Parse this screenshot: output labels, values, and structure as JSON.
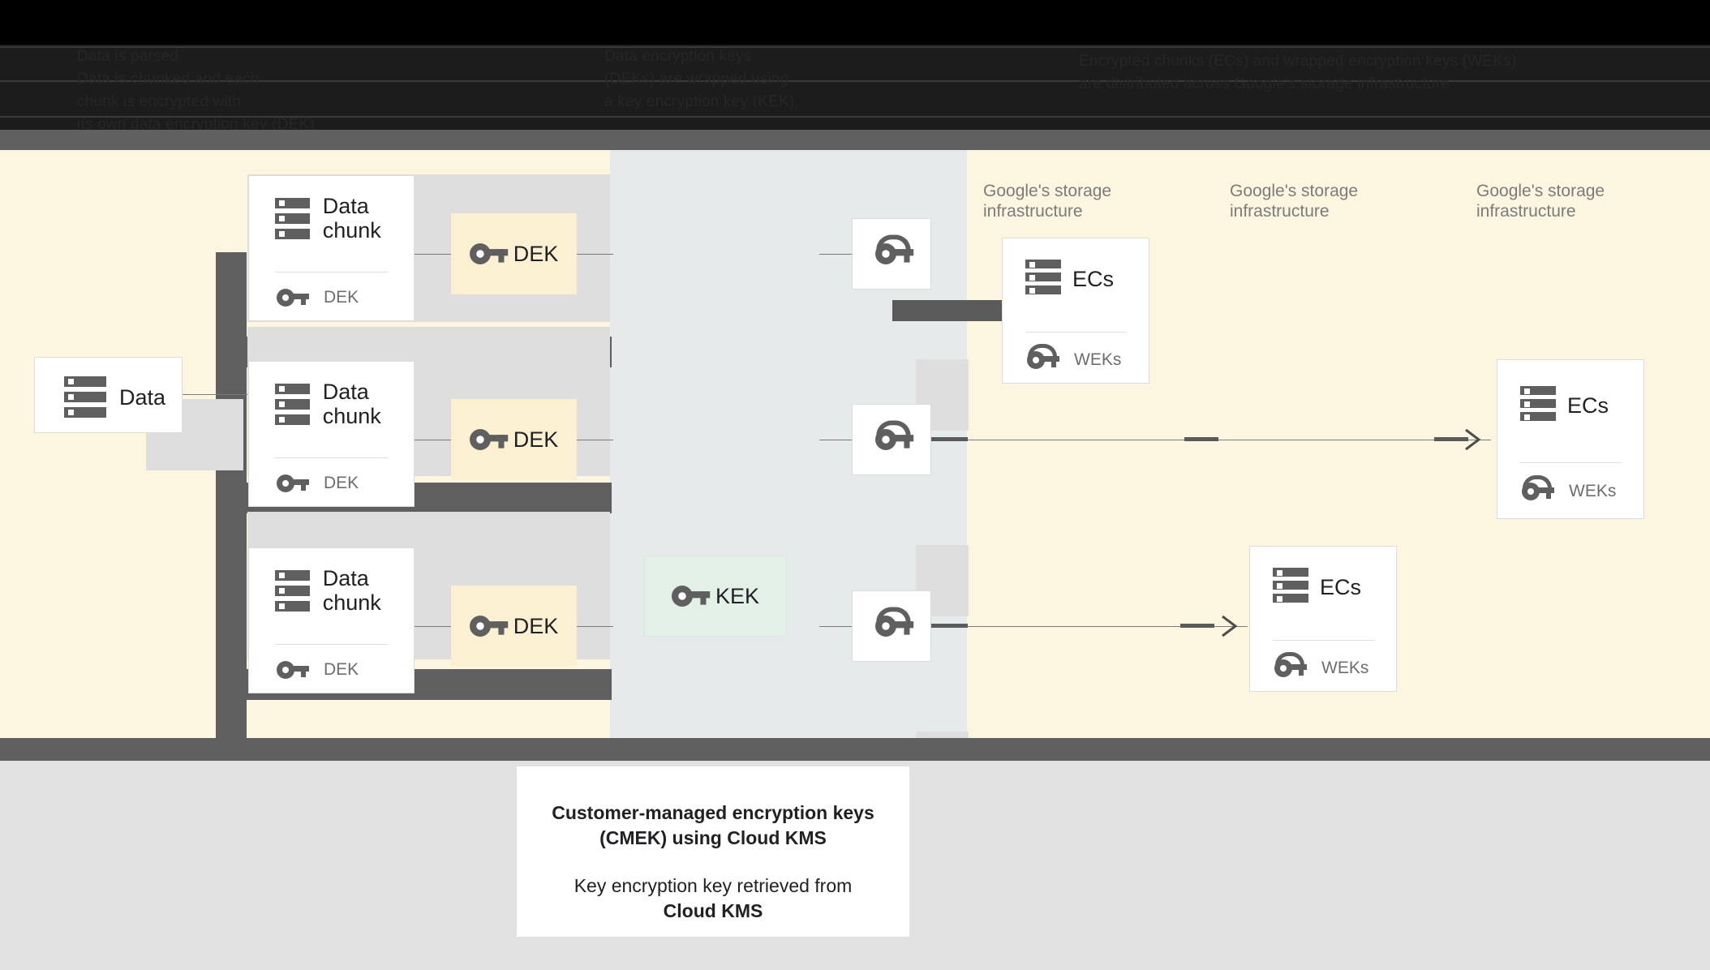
{
  "header": {
    "columns": [
      {
        "id": "col-chunking",
        "text": "Data is parsed\nData is chunked and each\nchunk is encrypted with\nits own data encryption key (DEK)"
      },
      {
        "id": "col-wrapping",
        "text": "Data encryption keys\n(DEKs) are wrapped using\na key encryption key (KEK)"
      },
      {
        "id": "col-distribution",
        "text": "Encrypted chunks (ECs) and wrapped encryption keys (WEKs)\nare distributed across Google's storage infrastructure"
      }
    ]
  },
  "diagram": {
    "source": {
      "label": "Data",
      "icon": "data-stack-icon"
    },
    "chunks": [
      {
        "title": "Data chunk",
        "key_label": "DEK"
      },
      {
        "title": "Data chunk",
        "key_label": "DEK"
      },
      {
        "title": "Data chunk",
        "key_label": "DEK"
      }
    ],
    "dek_boxes": [
      {
        "label": "DEK"
      },
      {
        "label": "DEK"
      },
      {
        "label": "DEK"
      }
    ],
    "kek_box": {
      "label": "KEK",
      "icon": "key-icon"
    },
    "wrapped_keys": [
      {
        "icon": "wrapped-key-icon"
      },
      {
        "icon": "wrapped-key-icon"
      },
      {
        "icon": "wrapped-key-icon"
      }
    ],
    "infra_labels": [
      "Google's storage\ninfrastructure",
      "Google's storage\ninfrastructure",
      "Google's storage\ninfrastructure"
    ],
    "storage_cards": [
      {
        "title": "ECs",
        "key_label": "WEKs"
      },
      {
        "title": "ECs",
        "key_label": "WEKs"
      },
      {
        "title": "ECs",
        "key_label": "WEKs"
      }
    ]
  },
  "caption": {
    "bold_line": "Customer-managed encryption keys\n(CMEK) using Cloud KMS",
    "normal_line": "Key encryption key retrieved from ",
    "normal_bold": "Cloud KMS"
  },
  "colors": {
    "cream": "#fcf5e0",
    "mid_band": "#e7eaeb",
    "dark_gray": "#5f5f5f",
    "panel_gray": "#dedede",
    "dek_fill": "#fcf0d2",
    "kek_fill": "#e3f0e8",
    "bottom_gray": "#e2e2e2"
  }
}
